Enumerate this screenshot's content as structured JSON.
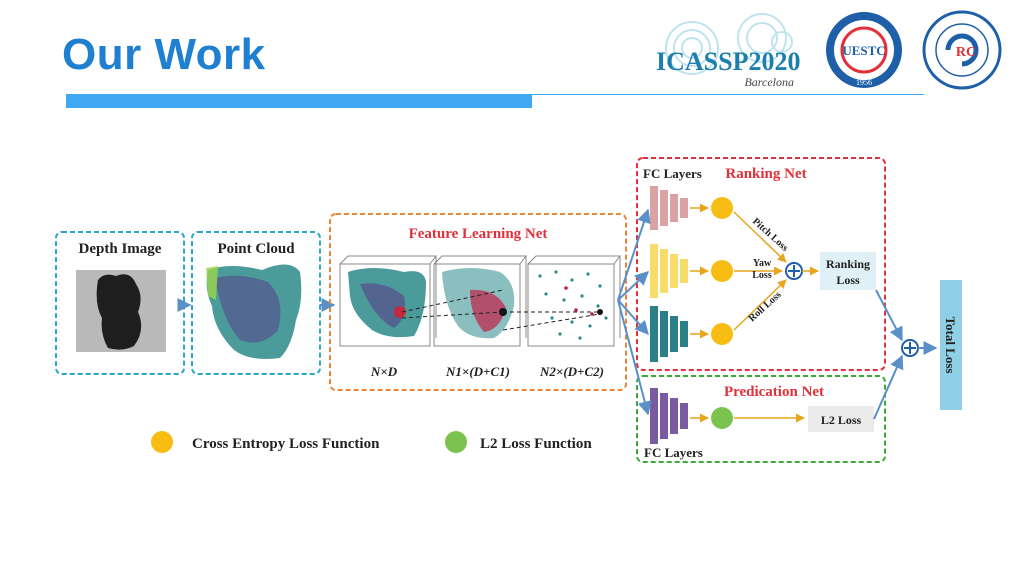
{
  "slide": {
    "title": "Our Work"
  },
  "logos": {
    "icassp": "ICASSP2020",
    "icassp_city": "Barcelona",
    "uestc": "UESTC",
    "uestc_year": "1956",
    "rc": "RC"
  },
  "diagram": {
    "depth_image_label": "Depth Image",
    "point_cloud_label": "Point Cloud",
    "feature_net_label": "Feature Learning Net",
    "dim_1": "N×D",
    "dim_2": "N1×(D+C1)",
    "dim_3": "N2×(D+C2)",
    "fc_layers_top": "FC Layers",
    "ranking_net_label": "Ranking Net",
    "pitch_loss": "Pitch Loss",
    "yaw_loss_1": "Yaw",
    "yaw_loss_2": "Loss",
    "roll_loss": "Roll Loss",
    "ranking_loss_1": "Ranking",
    "ranking_loss_2": "Loss",
    "prediction_net_label": "Predication Net",
    "l2_loss": "L2 Loss",
    "fc_layers_bottom": "FC Layers",
    "total_loss": "Total Loss"
  },
  "legend": {
    "cross_entropy": "Cross Entropy Loss Function",
    "l2_function": "L2 Loss Function"
  },
  "colors": {
    "accent_blue": "#3fa9f5",
    "title_blue": "#1f7fd0",
    "ranking_red": "#e0313a",
    "prediction_green": "#3aaa3a",
    "feature_orange": "#e8873a",
    "cyan_box": "#27a8c8",
    "yellow_dot": "#f8bd13",
    "green_dot": "#7cc24e",
    "fc_pink": "#d9a3a3",
    "fc_yellow": "#f8dc6a",
    "fc_teal": "#2a7f88",
    "fc_purple": "#7a5aa0",
    "total_loss_bg": "#8fd0e6"
  }
}
